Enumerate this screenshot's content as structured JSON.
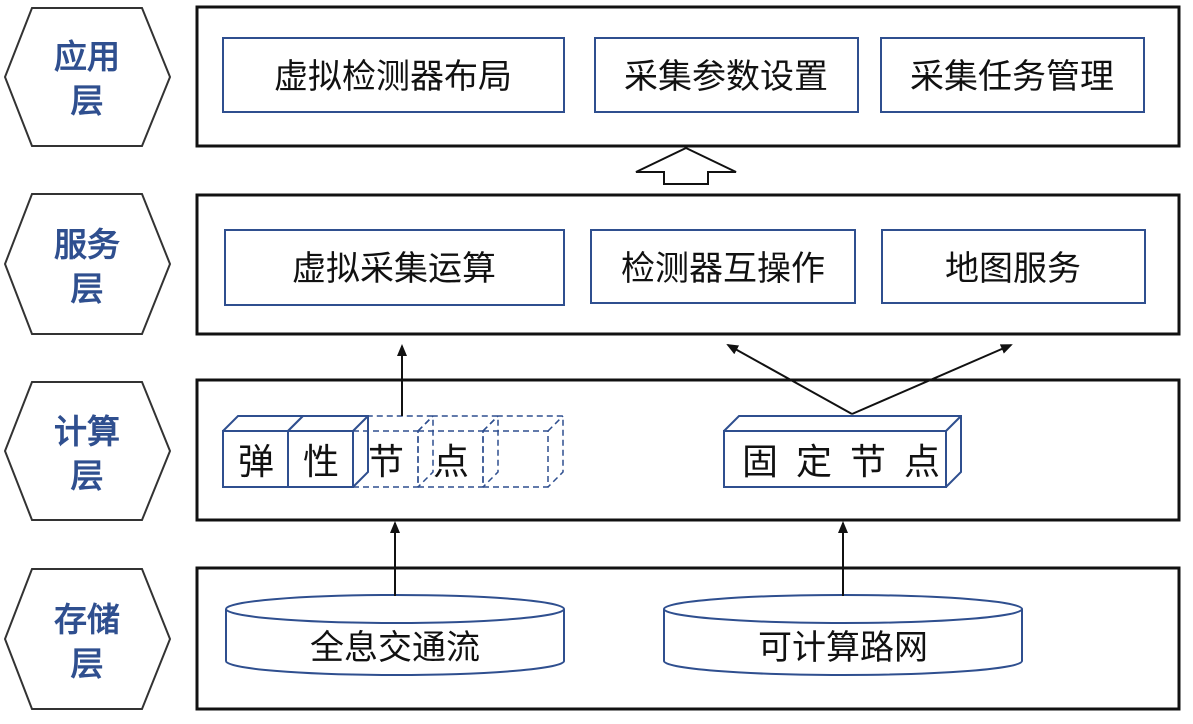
{
  "layers": {
    "app": {
      "line1": "应用",
      "line2": "层"
    },
    "service": {
      "line1": "服务",
      "line2": "层"
    },
    "compute": {
      "line1": "计算",
      "line2": "层"
    },
    "storage": {
      "line1": "存储",
      "line2": "层"
    }
  },
  "app_layer": {
    "boxes": [
      "虚拟检测器布局",
      "采集参数设置",
      "采集任务管理"
    ]
  },
  "service_layer": {
    "boxes": [
      "虚拟采集运算",
      "检测器互操作",
      "地图服务"
    ]
  },
  "compute_layer": {
    "elastic_node": [
      "弹",
      "性",
      "节",
      "点"
    ],
    "fixed_node": [
      "固",
      "定",
      "节",
      "点"
    ]
  },
  "storage_layer": {
    "db1": "全息交通流",
    "db2": "可计算路网"
  },
  "colors": {
    "border": "#111111",
    "box_border": "#2f4f8f",
    "layer_text": "#2f4f8f",
    "background": "#ffffff"
  }
}
